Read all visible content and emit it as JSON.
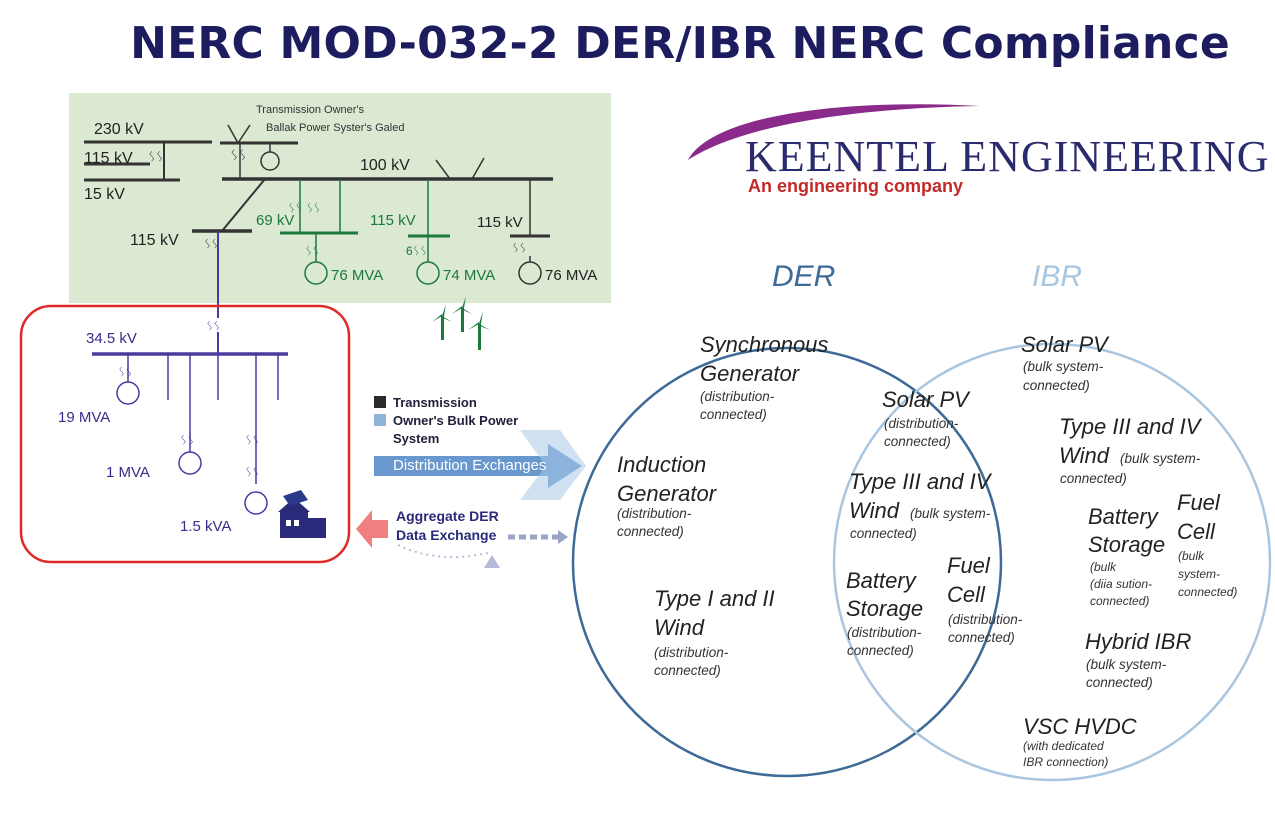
{
  "title": "NERC MOD-032-2 DER/IBR NERC Compliance",
  "logo": {
    "name": "KEENTEL ENGINEERING",
    "tagline": "An engineering company"
  },
  "diagram": {
    "header_line1": "Transmission Owner's",
    "header_line2": "Ballak Power Syster's Galed",
    "bus_230": "230 kV",
    "bus_115_top": "115 kV",
    "bus_15": "15 kV",
    "bus_100": "100 kV",
    "bus_115_left": "115 kV",
    "bus_69": "69 kV",
    "bus_115_mid": "115 kV",
    "bus_115_right": "115 kV",
    "mid_symbol": "6ᛊᛊ",
    "gen1": "76 MVA",
    "gen2": "74 MVA",
    "gen3": "76 MVA",
    "dist_bus": "34.5 kV",
    "load1": "19 MVA",
    "load2": "1 MVA",
    "load3": "1.5 kVA"
  },
  "legend": {
    "item1": "Transmission",
    "item2_line1": "Owner's Bulk Power",
    "item2_line2": "System",
    "dist_exchange": "Distribution Exchanges",
    "aggregate_line1": "Aggregate DER",
    "aggregate_line2": "Data Exchange"
  },
  "venn": {
    "der_title": "DER",
    "ibr_title": "IBR",
    "der_only": [
      {
        "name1": "Synchronous",
        "name2": "Generator",
        "note1": "(distribution-",
        "note2": "connected)"
      },
      {
        "name1": "Induction",
        "name2": "Generator",
        "note1": "(distribution-",
        "note2": "connected)"
      },
      {
        "name1": "Type I and II",
        "name2": "Wind",
        "note1": "(distribution-",
        "note2": "connected)"
      }
    ],
    "overlap": {
      "solar_name": "Solar PV",
      "solar_note1": "(distribution-",
      "solar_note2": "connected)",
      "wind_name1": "Type III and IV",
      "wind_name2": "Wind",
      "wind_note_inline": "(bulk system-",
      "wind_note2": "connected)",
      "battery_name1": "Battery",
      "battery_name2": "Storage",
      "battery_note1": "(distribution-",
      "battery_note2": "connected)",
      "fuel_name1": "Fuel",
      "fuel_name2": "Cell",
      "fuel_note1": "(distribution-",
      "fuel_note2": "connected)"
    },
    "ibr_only": {
      "solar_name": "Solar PV",
      "solar_note1": "(bulk system-",
      "solar_note2": "connected)",
      "wind_name1": "Type III and IV",
      "wind_name2": "Wind",
      "wind_note_inline": "(bulk system-",
      "wind_note2": "connected)",
      "battery_name1": "Battery",
      "battery_name2": "Storage",
      "battery_note1": "(bulk",
      "battery_note2": "(diia sution-",
      "battery_note3": "connected)",
      "fuel_name1": "Fuel",
      "fuel_name2": "Cell",
      "fuel_note1": "(bulk",
      "fuel_note2": "system-",
      "fuel_note3": "connected)",
      "hybrid_name": "Hybrid IBR",
      "hybrid_note1": "(bulk system-",
      "hybrid_note2": "connected)",
      "vsc_name": "VSC HVDC",
      "vsc_note1": "(with dedicated",
      "vsc_note2": "IBR connection)"
    }
  },
  "colors": {
    "title": "#1c1c5e",
    "der_circle": "#3d6a96",
    "ibr_circle": "#a9c6e0",
    "green_panel": "#dbe8d2",
    "distribution_box": "#e02a2a",
    "arrow_blue": "#4f86c6",
    "arrow_pink": "#f08080"
  }
}
